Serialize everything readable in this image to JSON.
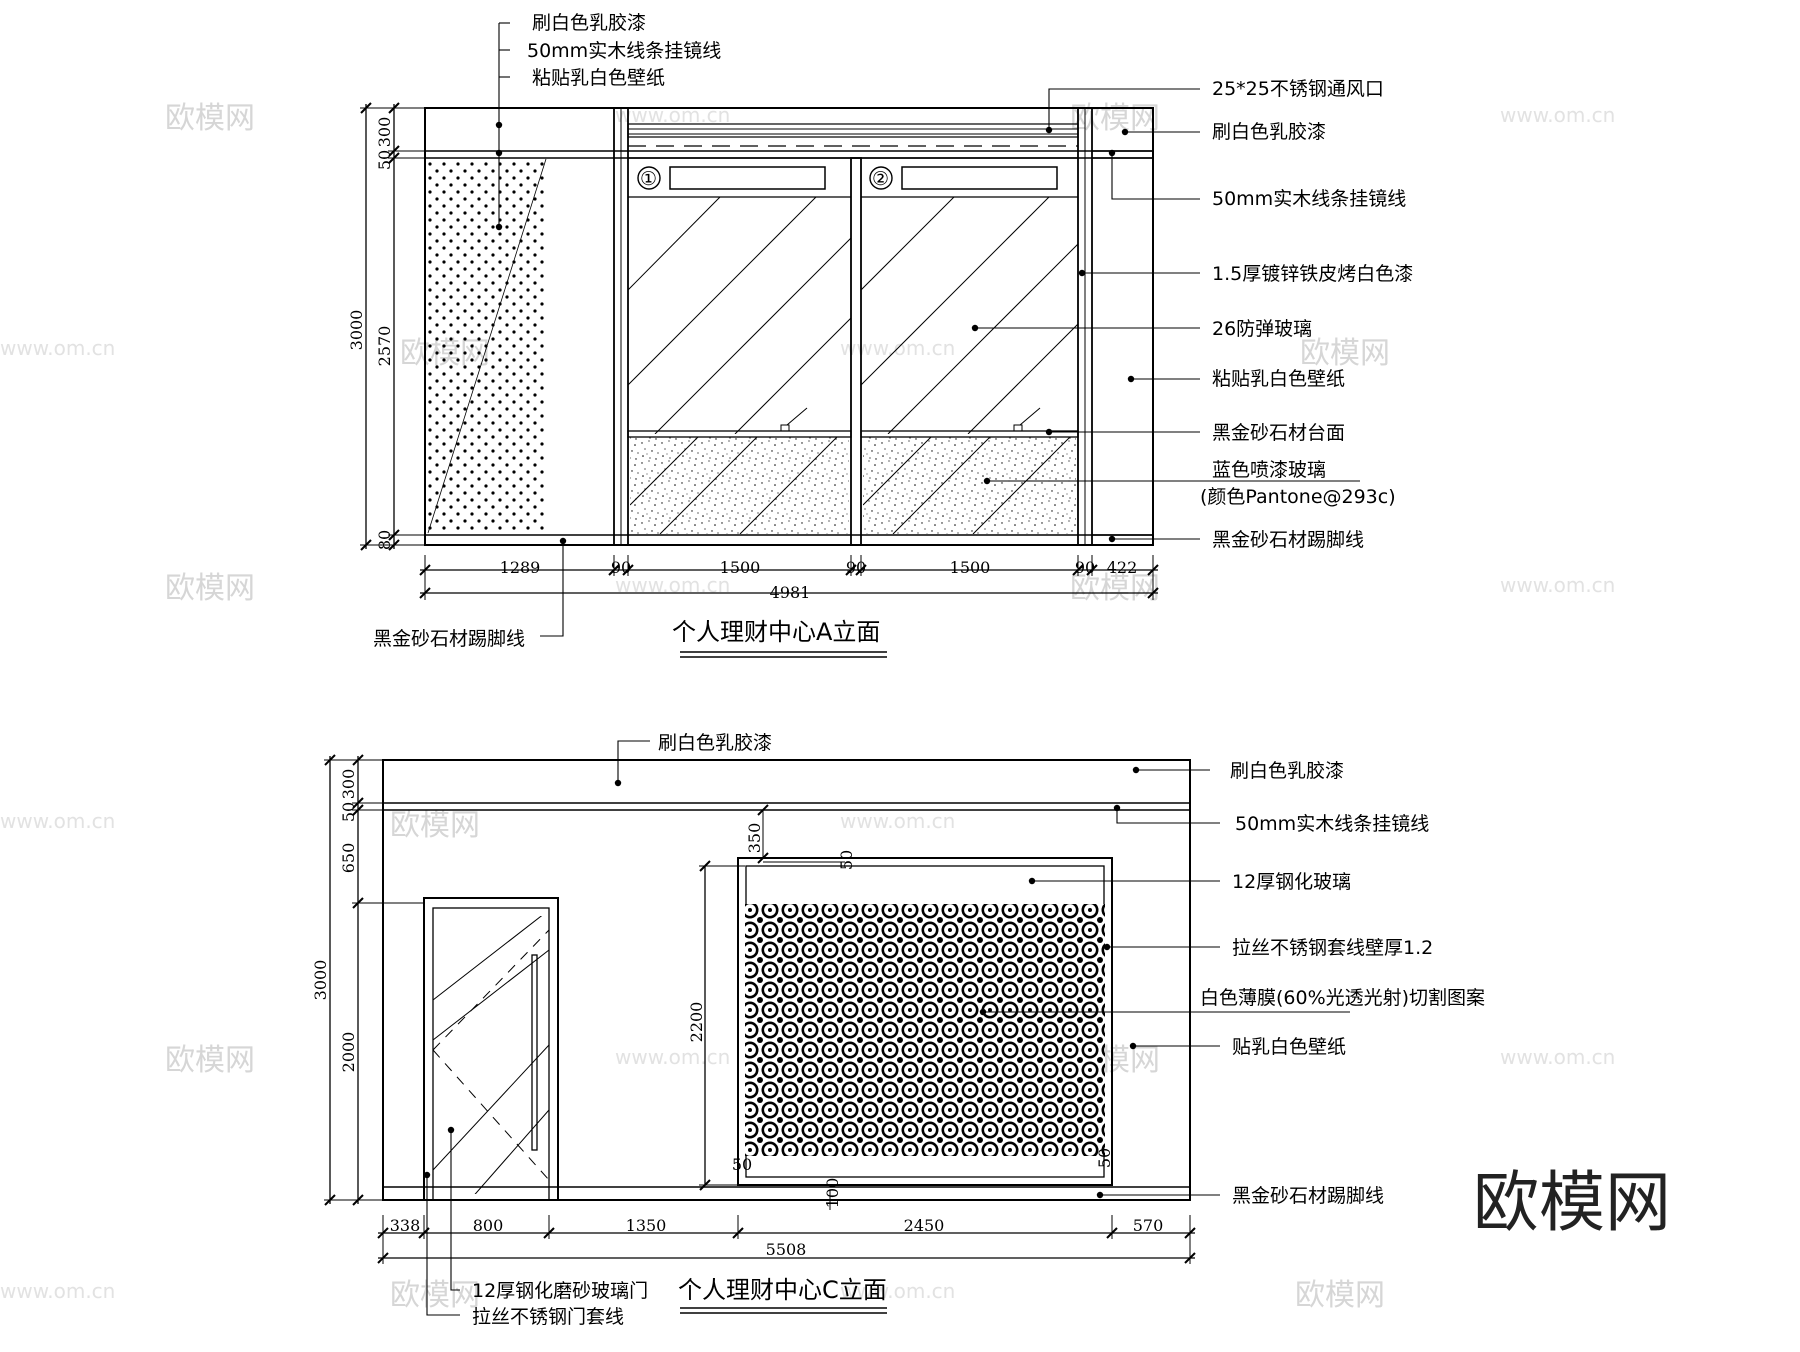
{
  "watermark": {
    "cn": "欧模网",
    "url": "www.om.cn",
    "brand": "欧模网"
  },
  "elevA": {
    "title": "个人理财中心A立面",
    "door_nums": [
      "①",
      "②"
    ],
    "left_labels": [
      "刷白色乳胶漆",
      "50mm实木线条挂镜线",
      "粘贴乳白色壁纸"
    ],
    "right_labels": [
      "25*25不锈钢通风口",
      "刷白色乳胶漆",
      "50mm实木线条挂镜线",
      "1.5厚镀锌铁皮烤白色漆",
      "26防弹玻璃",
      "粘贴乳白色壁纸",
      "黑金砂石材台面",
      "蓝色喷漆玻璃",
      "(颜色Pantone@293c)",
      "黑金砂石材踢脚线"
    ],
    "bottom_label": "黑金砂石材踢脚线",
    "vdims": [
      "3000",
      "50",
      "300",
      "2570",
      "80"
    ],
    "hdims": [
      "1289",
      "90",
      "1500",
      "90",
      "1500",
      "90",
      "422"
    ],
    "total": "4981"
  },
  "elevC": {
    "title": "个人理财中心C立面",
    "top_label": "刷白色乳胶漆",
    "right_labels": [
      "刷白色乳胶漆",
      "50mm实木线条挂镜线",
      "12厚钢化玻璃",
      "拉丝不锈钢套线壁厚1.2",
      "白色薄膜(60%光透光射)切割图案",
      "贴乳白色壁纸",
      "黑金砂石材踢脚线"
    ],
    "bottom_labels": [
      "12厚钢化磨砂玻璃门",
      "拉丝不锈钢门套线"
    ],
    "vdims": [
      "3000",
      "50",
      "300",
      "650",
      "2000"
    ],
    "inner_dims": [
      "350",
      "50",
      "2200",
      "50",
      "50",
      "100"
    ],
    "hdims": [
      "338",
      "800",
      "1350",
      "2450",
      "570"
    ],
    "total": "5508"
  }
}
